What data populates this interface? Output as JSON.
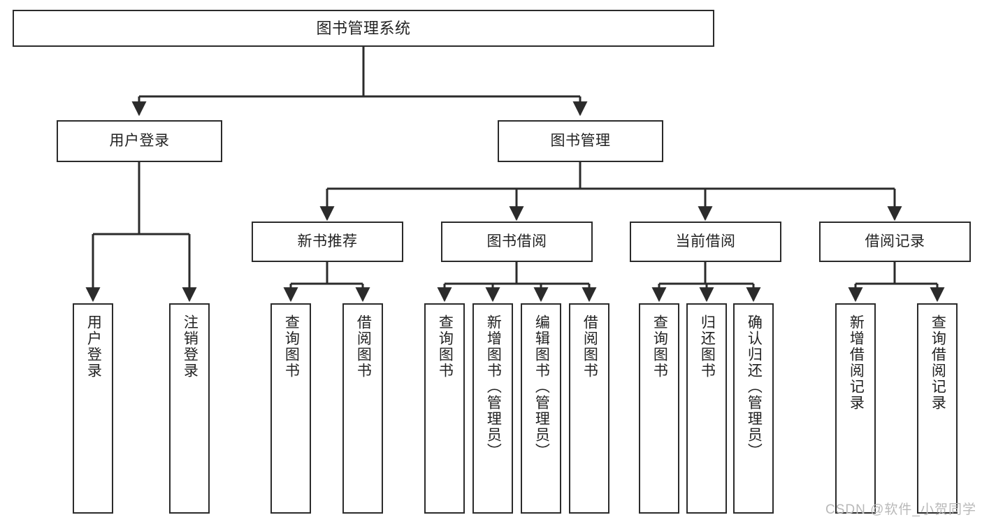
{
  "diagram": {
    "title": "图书管理系统",
    "type": "tree-hierarchy",
    "background_color": "#ffffff",
    "line_color": "#2b2b2b",
    "text_color": "#222222"
  },
  "watermark": {
    "text": "CSDN @软件_小贺同学",
    "color": "#b9b9b9"
  },
  "nodes": {
    "root": {
      "label": "图书管理系统",
      "orientation": "horizontal"
    },
    "level2": [
      {
        "label": "用户登录",
        "orientation": "horizontal"
      },
      {
        "label": "图书管理",
        "orientation": "horizontal"
      }
    ],
    "level3": [
      {
        "label": "新书推荐",
        "orientation": "horizontal"
      },
      {
        "label": "图书借阅",
        "orientation": "horizontal"
      },
      {
        "label": "当前借阅",
        "orientation": "horizontal"
      },
      {
        "label": "借阅记录",
        "orientation": "horizontal"
      }
    ],
    "leaves_user_login": [
      {
        "label": "用户登录",
        "orientation": "vertical"
      },
      {
        "label": "注销登录",
        "orientation": "vertical"
      }
    ],
    "leaves_new_book": [
      {
        "label": "查询图书",
        "orientation": "vertical"
      },
      {
        "label": "借阅图书",
        "orientation": "vertical"
      }
    ],
    "leaves_borrow": [
      {
        "label": "查询图书",
        "orientation": "vertical"
      },
      {
        "label": "新增图书（管理员）",
        "orientation": "vertical"
      },
      {
        "label": "编辑图书（管理员）",
        "orientation": "vertical"
      },
      {
        "label": "借阅图书",
        "orientation": "vertical"
      }
    ],
    "leaves_current": [
      {
        "label": "查询图书",
        "orientation": "vertical"
      },
      {
        "label": "归还图书",
        "orientation": "vertical"
      },
      {
        "label": "确认归还（管理员）",
        "orientation": "vertical"
      }
    ],
    "leaves_records": [
      {
        "label": "新增借阅记录",
        "orientation": "vertical"
      },
      {
        "label": "查询借阅记录",
        "orientation": "vertical"
      }
    ]
  }
}
